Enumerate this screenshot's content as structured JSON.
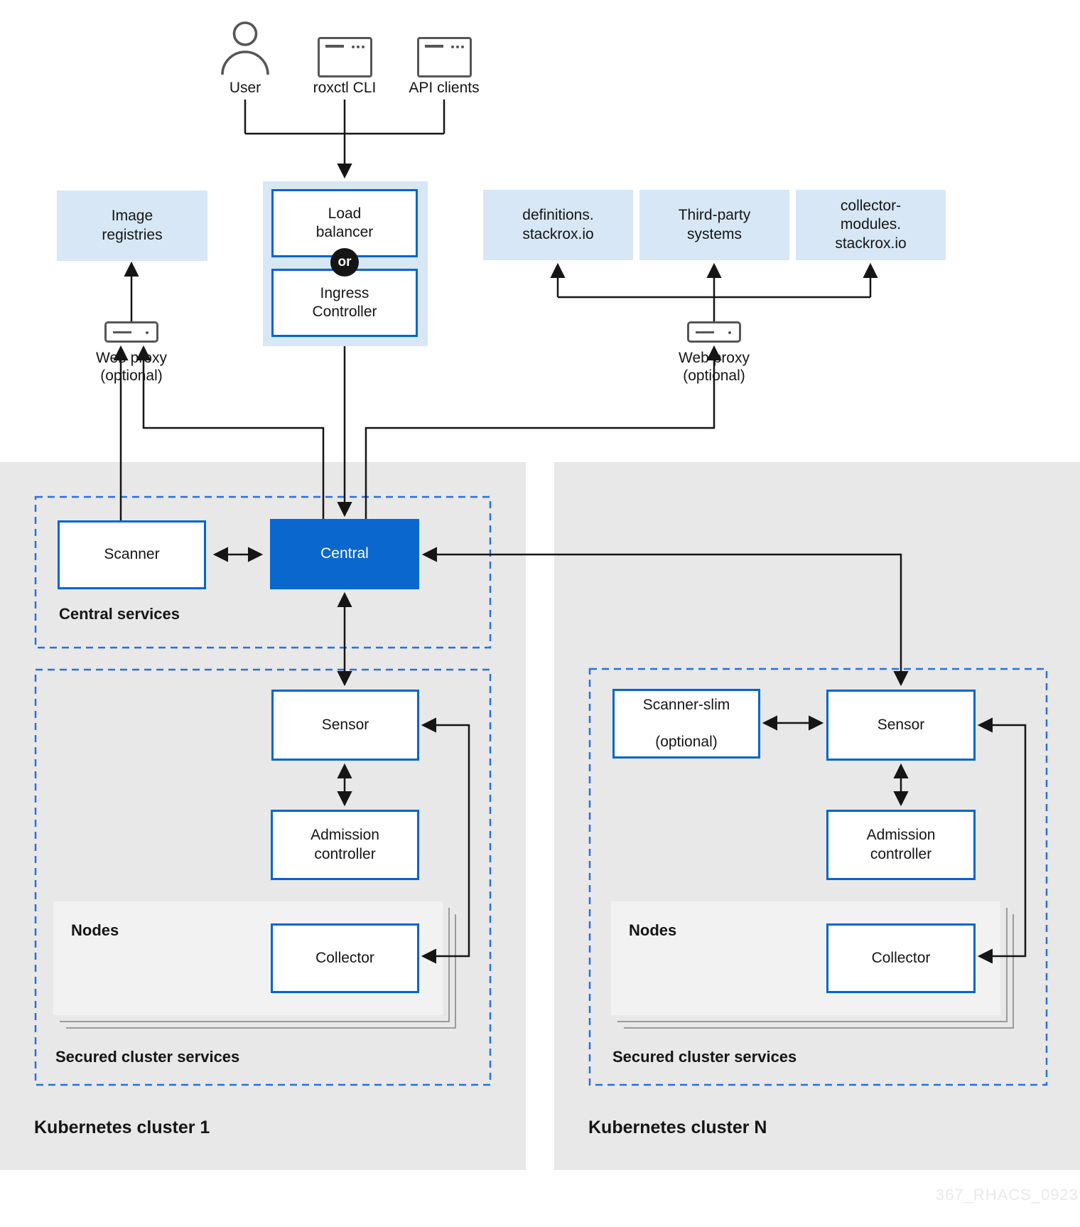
{
  "watermark": "367_RHACS_0923",
  "colors": {
    "accent_blue": "#0066cc",
    "central_fill": "#0a67cd",
    "light_blue_fill": "#d7e7f6",
    "dashed_border": "#2b6fdb",
    "panel_gray": "#e8e8e8",
    "nodes_panel_gray": "#f2f2f2",
    "line_black": "#151515",
    "icon_gray": "#565656",
    "watermark_gray": "#e9e9e9"
  },
  "actors": {
    "user": "User",
    "roxctl_cli": "roxctl CLI",
    "api_clients": "API clients"
  },
  "gateway": {
    "load_balancer": [
      "Load",
      "balancer"
    ],
    "or_label": "or",
    "ingress_controller": [
      "Ingress",
      "Controller"
    ]
  },
  "externals": {
    "image_registries": [
      "Image",
      "registries"
    ],
    "definitions_stackrox": [
      "definitions.",
      "stackrox.io"
    ],
    "third_party_systems": [
      "Third-party",
      "systems"
    ],
    "collector_modules": [
      "collector-",
      "modules.",
      "stackrox.io"
    ],
    "web_proxy_left": [
      "Web proxy",
      "(optional)"
    ],
    "web_proxy_right": [
      "Web proxy",
      "(optional)"
    ]
  },
  "cluster1": {
    "title": "Kubernetes cluster 1",
    "central_services_label": "Central services",
    "scanner": "Scanner",
    "central": "Central",
    "secured_label": "Secured cluster services",
    "sensor": "Sensor",
    "admission_controller": [
      "Admission",
      "controller"
    ],
    "nodes_label": "Nodes",
    "collector": "Collector"
  },
  "cluster_n": {
    "title": "Kubernetes cluster N",
    "secured_label": "Secured cluster services",
    "scanner_slim": [
      "Scanner-slim",
      "(optional)"
    ],
    "sensor": "Sensor",
    "admission_controller": [
      "Admission",
      "controller"
    ],
    "nodes_label": "Nodes",
    "collector": "Collector"
  }
}
